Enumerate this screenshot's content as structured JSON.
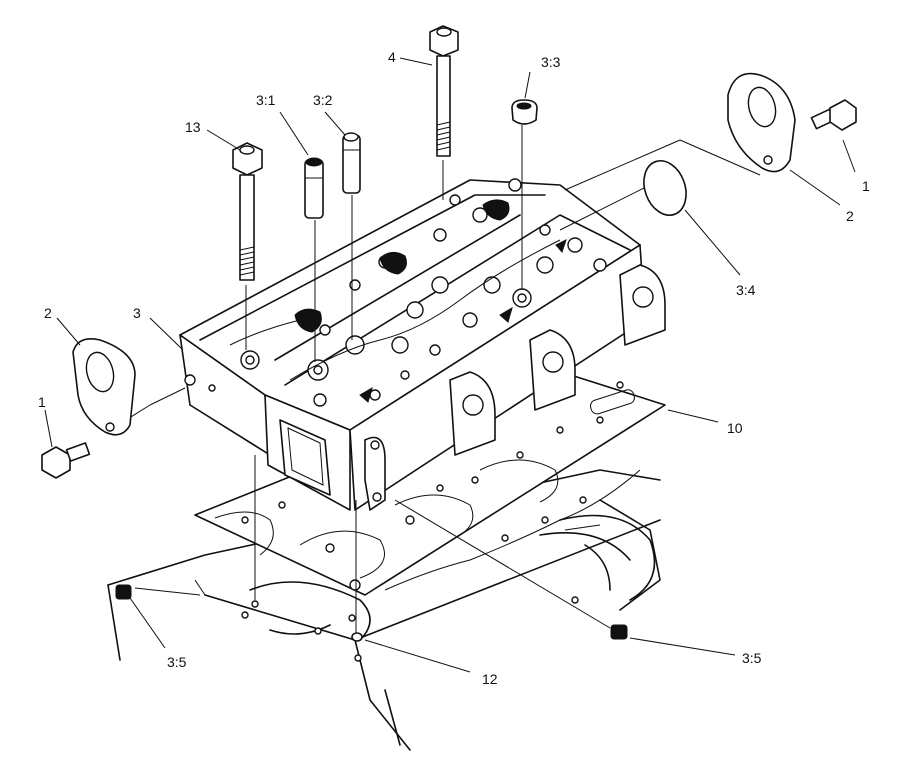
{
  "labels": {
    "l13": "13",
    "l3_1": "3:1",
    "l3_2": "3:2",
    "l4": "4",
    "l3_3": "3:3",
    "l1_right": "1",
    "l2_right": "2",
    "l3_4": "3:4",
    "l2_left": "2",
    "l3": "3",
    "l1_left": "1",
    "l10": "10",
    "l3_5_left": "3:5",
    "l3_5_right": "3:5",
    "l12": "12"
  }
}
